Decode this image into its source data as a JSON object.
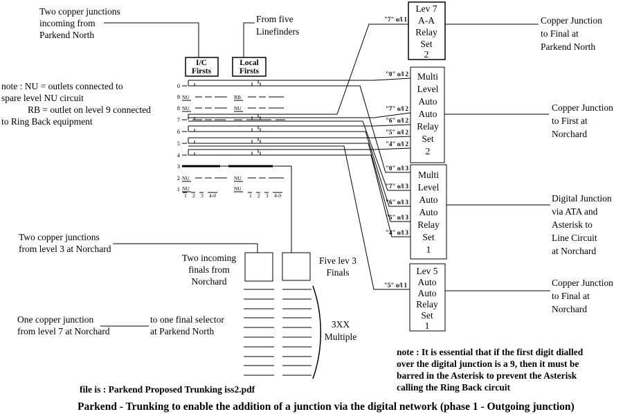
{
  "title": "Parkend - Trunking to enable the addition of a junction via the digital network (phase 1 - Outgoing junction)",
  "file_label": "file is : Parkend Proposed Trunking iss2.pdf",
  "colors": {
    "ink": "#000000",
    "background": "#ffffff"
  },
  "note_left": {
    "l1": "note :  NU = outlets connected to",
    "l2": "spare level NU circuit",
    "l3": "RB = outlet on level 9 connected",
    "l4": "to Ring Back equipment"
  },
  "note_right": {
    "l1": "note :  It is essential that if the first digit dialled",
    "l2": "over the digital junction is a 9, then it must be",
    "l3": "barred in the Asterisk to prevent the Asterisk",
    "l4": "calling the Ring Back circuit"
  },
  "callouts": {
    "incoming_junctions": {
      "l1": "Two copper junctions",
      "l2": "incoming from",
      "l3": "Parkend North"
    },
    "linefinders": {
      "l1": "From five",
      "l2": "Linefinders"
    },
    "level3_junctions": {
      "l1": "Two copper junctions",
      "l2": "from level 3 at Norchard"
    },
    "incoming_finals": {
      "l1": "Two incoming",
      "l2": "finals from",
      "l3": "Norchard"
    },
    "five_finals": {
      "l1": "Five lev 3",
      "l2": "Finals"
    },
    "one_copper": {
      "l1": "One copper junction",
      "l2": "from level 7 at Norchard"
    },
    "one_final": {
      "l1": "to one final selector",
      "l2": "at Parkend North"
    },
    "multiple": {
      "l1": "3XX",
      "l2": "Multiple"
    }
  },
  "boxes": {
    "ic_firsts": {
      "l1": "I/C",
      "l2": "Firsts"
    },
    "local_firsts": {
      "l1": "Local",
      "l2": "Firsts"
    },
    "relay1": {
      "l1": "Lev 7",
      "l2": "A-A",
      "l3": "Relay",
      "l4": "Set",
      "l5": "2"
    },
    "relay2": {
      "l1": "Multi",
      "l2": "Level",
      "l3": "Auto",
      "l4": "Auto",
      "l5": "Relay",
      "l6": "Set",
      "l7": "2"
    },
    "relay3": {
      "l1": "Multi",
      "l2": "Level",
      "l3": "Auto",
      "l4": "Auto",
      "l5": "Relay",
      "l6": "Set",
      "l7": "1"
    },
    "relay4": {
      "l1": "Lev 5",
      "l2": "Auto",
      "l3": "Auto",
      "l4": "Relay",
      "l5": "Set",
      "l6": "1"
    }
  },
  "destinations": {
    "d1": {
      "l1": "Copper Junction",
      "l2": "to Final at",
      "l3": "Parkend North"
    },
    "d2": {
      "l1": "Copper Junction",
      "l2": "to First at",
      "l3": "Norchard"
    },
    "d3": {
      "l1": "Digital Junction",
      "l2": "via ATA and",
      "l3": "Asterisk to",
      "l4": "Line Circuit",
      "l5": "at Norchard"
    },
    "d4": {
      "l1": "Copper Junction",
      "l2": "to Final at",
      "l3": "Norchard"
    }
  },
  "outlets": {
    "o7l1": "\"7\" o/l 1",
    "o0l2": "\"0\" o/l 2",
    "o7l2": "\"7\" o/l 2",
    "o6l2": "\"6\" o/l 2",
    "o5l2": "\"5\" o/l 2",
    "o4l2": "\"4\" o/l 2",
    "o0l3": "\"0\" o/l 3",
    "o7l3": "\"7\" o/l 3",
    "o6l3": "\"6\" o/l 3",
    "o5l3": "\"5\" o/l 3",
    "o4l3": "\"4\" o/l 3",
    "o5l1": "\"5\" o/l 1"
  },
  "levels": {
    "digits": [
      "0",
      "9",
      "8",
      "7",
      "6",
      "5",
      "4",
      "3",
      "2",
      "1"
    ],
    "nu": "NU",
    "rb": "RB",
    "t1": "1",
    "t2": "2",
    "t3": "3",
    "t4": "4-0"
  }
}
